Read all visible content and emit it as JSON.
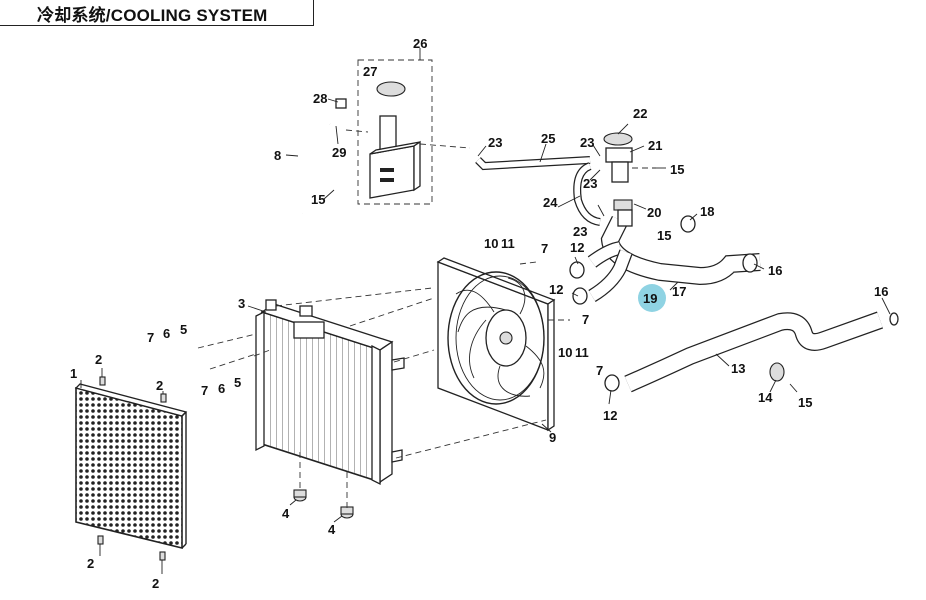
{
  "title": "冷却系统/COOLING SYSTEM",
  "highlight_color": "#8fd3e3",
  "callouts": {
    "c1": "1",
    "c2a": "2",
    "c2b": "2",
    "c2c": "2",
    "c2d": "2",
    "c3": "3",
    "c4a": "4",
    "c4b": "4",
    "c5a": "5",
    "c5b": "5",
    "c6a": "6",
    "c6b": "6",
    "c7a": "7",
    "c7b": "7",
    "c7c": "7",
    "c7d": "7",
    "c7e": "7",
    "c8": "8",
    "c9": "9",
    "c10a": "10",
    "c10b": "10",
    "c11a": "11",
    "c11b": "11",
    "c12a": "12",
    "c12b": "12",
    "c12c": "12",
    "c13": "13",
    "c14": "14",
    "c15a": "15",
    "c15b": "15",
    "c15c": "15",
    "c15d": "15",
    "c16a": "16",
    "c16b": "16",
    "c17": "17",
    "c18": "18",
    "c19": "19",
    "c20": "20",
    "c21": "21",
    "c22": "22",
    "c23a": "23",
    "c23b": "23",
    "c23c": "23",
    "c23d": "23",
    "c24": "24",
    "c25": "25",
    "c26": "26",
    "c27": "27",
    "c28": "28",
    "c29": "29"
  }
}
